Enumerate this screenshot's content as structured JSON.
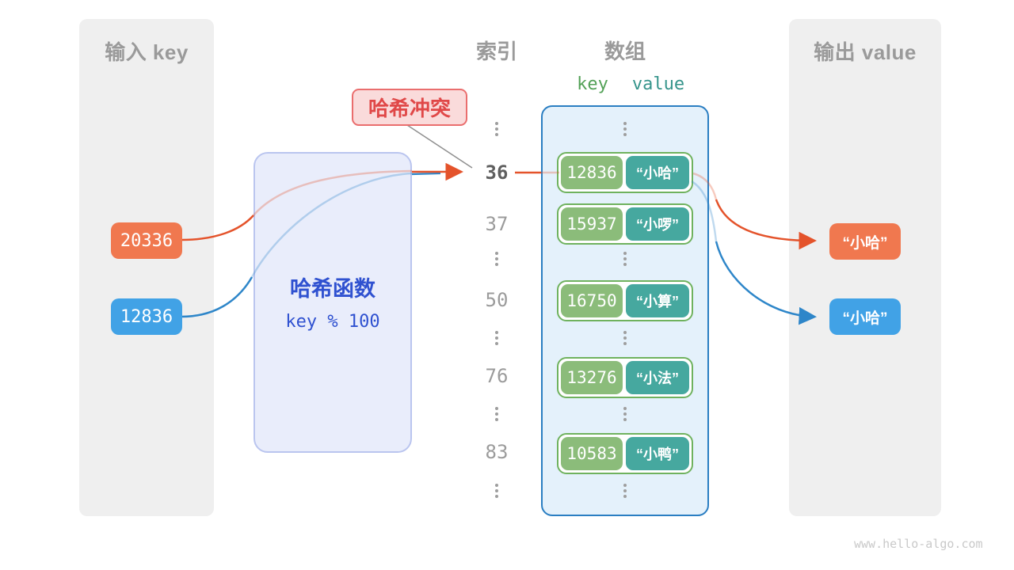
{
  "input_panel": {
    "title": "输入 key",
    "keys": [
      {
        "value": "20336",
        "color": "#F0784F"
      },
      {
        "value": "12836",
        "color": "#41A2E6"
      }
    ]
  },
  "hash_box": {
    "title": "哈希函数",
    "formula": "key % 100"
  },
  "collision_label": {
    "text": "哈希冲突"
  },
  "index_column": {
    "title": "索引",
    "values": [
      "36",
      "37",
      "50",
      "76",
      "83"
    ],
    "highlighted": "36"
  },
  "array_panel": {
    "title": "数组",
    "key_header": "key",
    "value_header": "value",
    "pairs": [
      {
        "key": "12836",
        "value": "“小哈”"
      },
      {
        "key": "15937",
        "value": "“小啰”"
      },
      {
        "key": "16750",
        "value": "“小算”"
      },
      {
        "key": "13276",
        "value": "“小法”"
      },
      {
        "key": "10583",
        "value": "“小鸭”"
      }
    ]
  },
  "output_panel": {
    "title": "输出 value",
    "values": [
      {
        "value": "“小哈”",
        "color": "#F0784F"
      },
      {
        "value": "“小哈”",
        "color": "#41A2E6"
      }
    ]
  },
  "watermark": "www.hello-algo.com",
  "colors": {
    "orange": "#F0784F",
    "orange_arrow": "#E4532B",
    "blue": "#41A2E6",
    "blue_arrow": "#2E86C9",
    "green_key": "#8BBC7A",
    "teal_value": "#46A89F",
    "pair_border": "#6FB25E",
    "array_border": "#2A7EC2",
    "array_bg": "#E4F1FB",
    "hash_bg": "#E9EDFB",
    "hash_text": "#2F51D0",
    "collision_bg": "#FADBDB",
    "collision_text": "#E04848",
    "panel_gray": "#EFEFEF"
  }
}
